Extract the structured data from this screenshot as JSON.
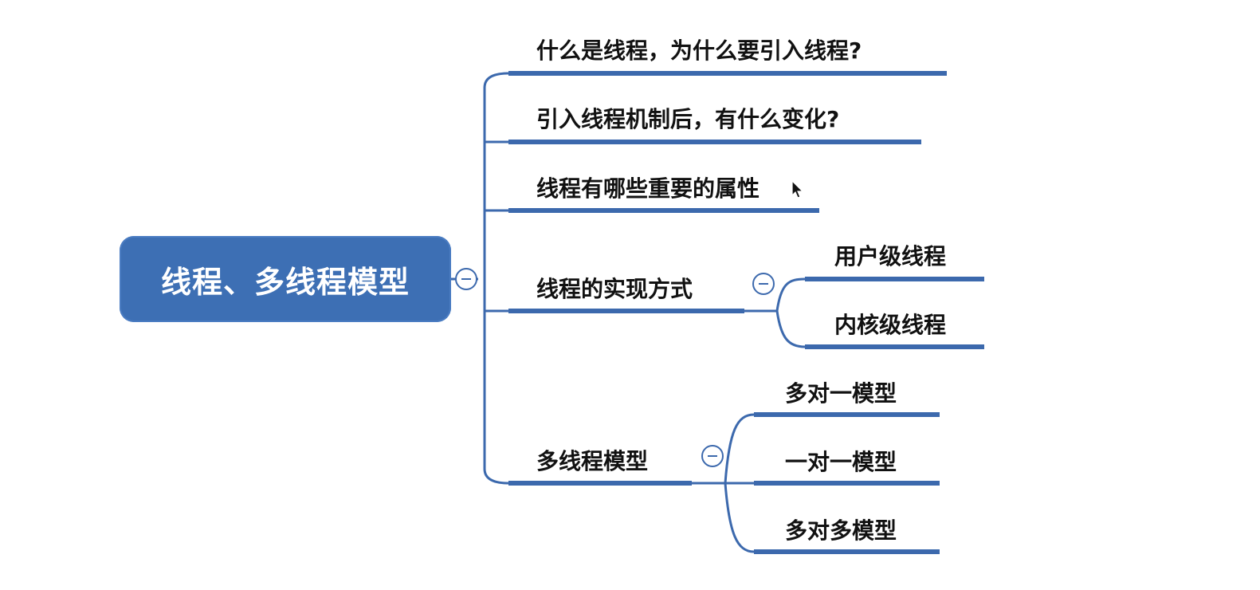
{
  "root": {
    "label": "线程、多线程模型"
  },
  "topics": [
    {
      "label": "什么是线程，为什么要引入线程?"
    },
    {
      "label": "引入线程机制后，有什么变化?"
    },
    {
      "label": "线程有哪些重要的属性"
    },
    {
      "label": "线程的实现方式",
      "children": [
        "用户级线程",
        "内核级线程"
      ]
    },
    {
      "label": "多线程模型",
      "children": [
        "多对一模型",
        "一对一模型",
        "多对多模型"
      ]
    }
  ],
  "colors": {
    "accent": "#3c69ad",
    "root_fill": "#3d6fb4",
    "text": "#111111"
  },
  "icons": {
    "collapse": "minus-circle-icon",
    "pointer": "mouse-cursor-icon"
  }
}
